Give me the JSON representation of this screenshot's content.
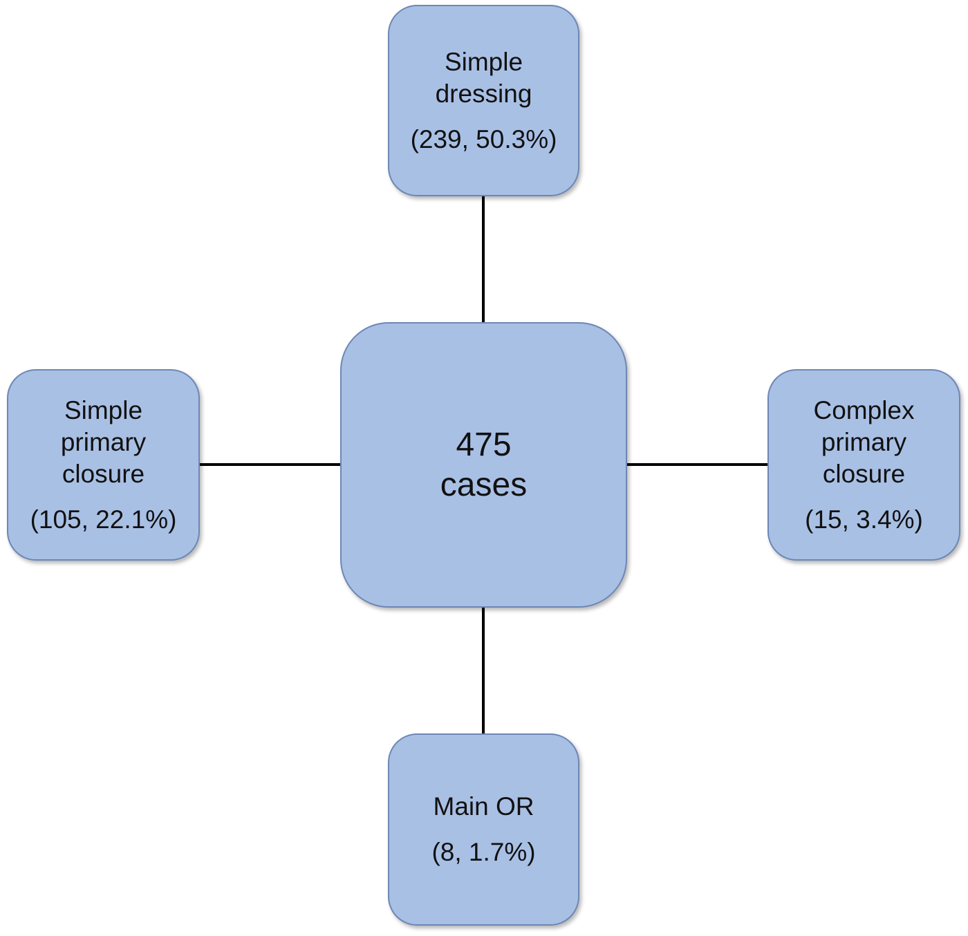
{
  "diagram": {
    "center": {
      "line1": "475",
      "line2": "cases"
    },
    "nodes": {
      "top": {
        "label_lines": [
          "Simple",
          "dressing"
        ],
        "stat": "(239, 50.3%)"
      },
      "left": {
        "label_lines": [
          "Simple",
          "primary",
          "closure"
        ],
        "stat": "(105, 22.1%)"
      },
      "right": {
        "label_lines": [
          "Complex",
          "primary",
          "closure"
        ],
        "stat": "(15, 3.4%)"
      },
      "bottom": {
        "label_lines": [
          "Main OR"
        ],
        "stat": "(8, 1.7%)"
      }
    },
    "colors": {
      "box_fill": "#a9c0e5",
      "box_border": "#6d87b5",
      "connector": "#000000"
    }
  }
}
